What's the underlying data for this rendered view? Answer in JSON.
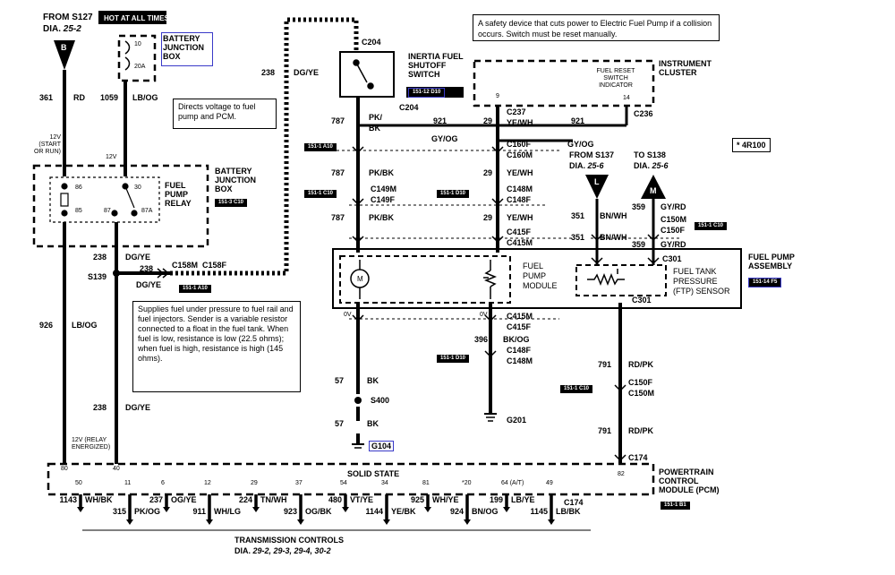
{
  "power_source": {
    "from": "FROM S127",
    "dia": "DIA.",
    "dia_ref": "25-2",
    "hot_label": "HOT AT ALL TIMES",
    "connector_letter": "B"
  },
  "battery_junction_box_top": {
    "title_lines": [
      "BATTERY",
      "JUNCTION",
      "BOX"
    ],
    "fuse_a": "10",
    "fuse_b": "20A"
  },
  "wires_left": {
    "w361_num": "361",
    "w361_color": "RD",
    "w1059_num": "1059",
    "w1059_color": "LB/OG",
    "v12_start_lines": [
      "12V",
      "(START",
      "OR RUN)"
    ],
    "v12_top": "12V",
    "w238_top_num": "238",
    "w238_top_color": "DG/YE",
    "w238_a_num": "238",
    "w238_a_color": "DG/YE",
    "w238_b_num": "238",
    "w238_b_color": "DG/YE",
    "s139": "S139",
    "w926_num": "926",
    "w926_color": "LB/OG",
    "w238_c_num": "238",
    "w238_c_color": "DG/YE",
    "v12_relay_lines": [
      "12V (RELAY",
      "ENERGIZED)"
    ],
    "c158m": "C158M",
    "c158f": "C158F",
    "tag_a10_mid": "151-1 A10"
  },
  "callouts": {
    "directs": "Directs voltage to fuel pump and PCM.",
    "safety": "A safety device that cuts power to  Electric Fuel Pump if a collision occurs. Switch must be reset manually.",
    "supplies": "Supplies fuel under pressure to fuel rail and fuel injectors. Sender is a variable resistor connected to a float in the fuel tank. When fuel is low, resistance is low (22.5 ohms); when fuel is high, resistance is high (145 ohms)."
  },
  "relay_box": {
    "title_lines": [
      "BATTERY",
      "JUNCTION",
      "BOX"
    ],
    "tag": "151-3 C10",
    "relay_lines": [
      "FUEL",
      "PUMP",
      "RELAY"
    ],
    "pin86": "86",
    "pin85": "85",
    "pin87": "87",
    "pin30": "30",
    "pin87a": "87A"
  },
  "inertia": {
    "c204_top": "C204",
    "title_lines": [
      "INERTIA FUEL",
      "SHUTOFF",
      "SWITCH"
    ],
    "tag": "151-12 D10",
    "c204_bottom": "C204"
  },
  "instrument_cluster": {
    "title_lines": [
      "INSTRUMENT",
      "CLUSTER"
    ],
    "indicator_lines": [
      "FUEL RESET",
      "SWITCH",
      "INDICATOR"
    ],
    "pin9": "9",
    "pin14": "14",
    "c237": "C237",
    "c236": "C236"
  },
  "center_wires": {
    "w787_a": "787",
    "pkbk_a": "PK/",
    "pkbk_a2": "BK",
    "w921_a": "921",
    "w29_a": "29",
    "yewh_a": "YE/WH",
    "w921_b": "921",
    "gy_og": "GY/OG",
    "tag_a10": "151-1 A10",
    "c160f": "C160F",
    "c160m": "C160M",
    "w787_b": "787",
    "pkbk_b": "PK/BK",
    "w29_b": "29",
    "yewh_b": "YE/WH",
    "tag_c10_left": "151-1 C10",
    "c149m": "C149M",
    "c149f": "C149F",
    "tag_d10": "151-1 D10",
    "c148m": "C148M",
    "c148f": "C148F",
    "w787_c": "787",
    "pkbk_c": "PK/BK",
    "w29_c": "29",
    "yewh_c": "YE/WH",
    "c415f": "C415F",
    "c415m": "C415M"
  },
  "right_side": {
    "gy_og": "GY/OG",
    "from_s137": "FROM S137",
    "dia": "DIA.",
    "dia_s137": "25-6",
    "to_s138": "TO S138",
    "dia_s138": "25-6",
    "conn_l": "L",
    "conn_m": "M",
    "part_code": "* 4R100",
    "w359_a": "359",
    "gyrd_a": "GY/RD",
    "w351_a": "351",
    "bnwh_a": "BN/WH",
    "c150m": "C150M",
    "c150f": "C150F",
    "tag_c10": "151-1 C10",
    "w351_b": "351",
    "bnwh_b": "BN/WH",
    "w359_b": "359",
    "gyrd_b": "GY/RD",
    "c301": "C301"
  },
  "fuel_pump_assembly": {
    "title_lines": [
      "FUEL PUMP",
      "ASSEMBLY"
    ],
    "tag": "151-14 F5",
    "module_lines": [
      "FUEL",
      "PUMP",
      "MODULE"
    ],
    "ftp_lines": [
      "FUEL TANK",
      "PRESSURE",
      "(FTP) SENSOR"
    ],
    "c301_bottom": "C301",
    "motor": "M"
  },
  "lower_center": {
    "v0_a": "0V",
    "v0_b": "0V",
    "c415m": "C415M",
    "c415f": "C415F",
    "w396": "396",
    "bkog": "BK/OG",
    "c148f": "C148F",
    "c148m": "C148M",
    "tag_d10": "151-1 D10",
    "w57_a": "57",
    "bk_a": "BK",
    "s400": "S400",
    "w57_b": "57",
    "bk_b": "BK",
    "g104": "G104",
    "g201": "G201",
    "w791_a": "791",
    "rdpk_a": "RD/PK",
    "tag_c10": "151-1 C10",
    "c150f": "C150F",
    "c150m": "C150M",
    "w791_b": "791",
    "rdpk_b": "RD/PK",
    "c174": "C174"
  },
  "pcm": {
    "solid_state": "SOLID STATE",
    "pin80": "80",
    "pin40": "40",
    "pin82": "82",
    "title_lines": [
      "POWERTRAIN",
      "CONTROL",
      "MODULE (PCM)"
    ],
    "tag": "151-1 B1",
    "c174": "C174",
    "pins": [
      "50",
      "11",
      "6",
      "12",
      "29",
      "37",
      "54",
      "34",
      "81",
      "*20",
      "64 (A/T)",
      "49"
    ]
  },
  "bottom_wires": [
    {
      "num": "1143",
      "color": "WH/BK"
    },
    {
      "num": "315",
      "color": "PK/OG"
    },
    {
      "num": "237",
      "color": "OG/YE"
    },
    {
      "num": "911",
      "color": "WH/LG"
    },
    {
      "num": "224",
      "color": "TN/WH"
    },
    {
      "num": "923",
      "color": "OG/BK"
    },
    {
      "num": "480",
      "color": "VT/YE"
    },
    {
      "num": "1144",
      "color": "YE/BK"
    },
    {
      "num": "925",
      "color": "WH/YE"
    },
    {
      "num": "924",
      "color": "BN/OG"
    },
    {
      "num": "199",
      "color": "LB/YE"
    },
    {
      "num": "1145",
      "color": "LB/BK"
    }
  ],
  "transmission": {
    "title": "TRANSMISSION CONTROLS",
    "dia": "DIA.",
    "refs": "29-2, 29-3, 29-4, 30-2"
  }
}
